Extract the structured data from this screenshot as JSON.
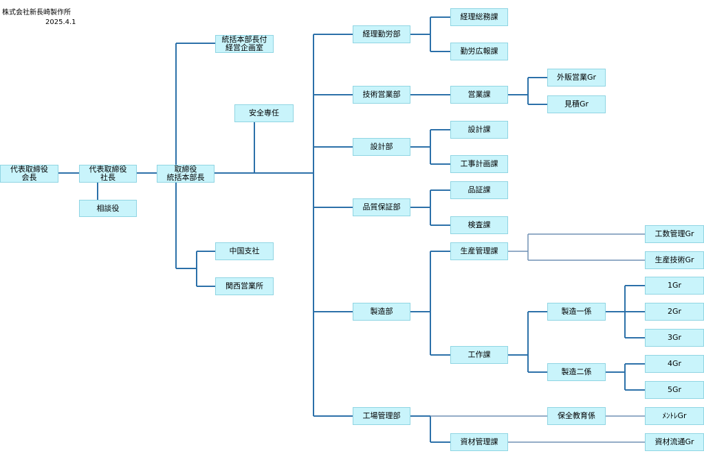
{
  "header": {
    "company": "株式会社新長崎製作所",
    "date": "2025.4.1"
  },
  "org": {
    "chairman": "代表取締役\n会長",
    "president": "代表取締役\n社長",
    "advisor": "相談役",
    "director": "取締役\n統括本部長",
    "planning": "統括本部長付\n経営企画室",
    "safety": "安全専任",
    "chugoku": "中国支社",
    "kansai": "関西営業所",
    "accounting": "経理勤労部",
    "general_affairs": "経理総務課",
    "labor_pr": "勤労広報課",
    "tech_sales": "技術営業部",
    "sales_sec": "営業課",
    "outside_sales": "外販営業Gr",
    "estimate": "見積Gr",
    "design": "設計部",
    "design_sec": "設計課",
    "construction_plan": "工事計画課",
    "qa": "品質保証部",
    "qa_sec": "品証課",
    "inspection": "検査課",
    "manufacturing": "製造部",
    "prod_mgmt": "生産管理課",
    "manhour": "工数管理Gr",
    "prod_tech": "生産技術Gr",
    "works": "工作課",
    "mfg1": "製造一係",
    "g1": "1Gr",
    "g2": "2Gr",
    "g3": "3Gr",
    "mfg2": "製造二係",
    "g4": "4Gr",
    "g5": "5Gr",
    "plant": "工場管理部",
    "safety_edu": "保全教育係",
    "maint": "ﾒﾝﾄﾚGr",
    "materials": "資材管理課",
    "logistics": "資材流通Gr"
  },
  "colors": {
    "box_fill": "#c9f4fb",
    "box_border": "#8ed4e2",
    "line_dark": "#2a6fa8",
    "line_light": "#6f8fb3"
  }
}
